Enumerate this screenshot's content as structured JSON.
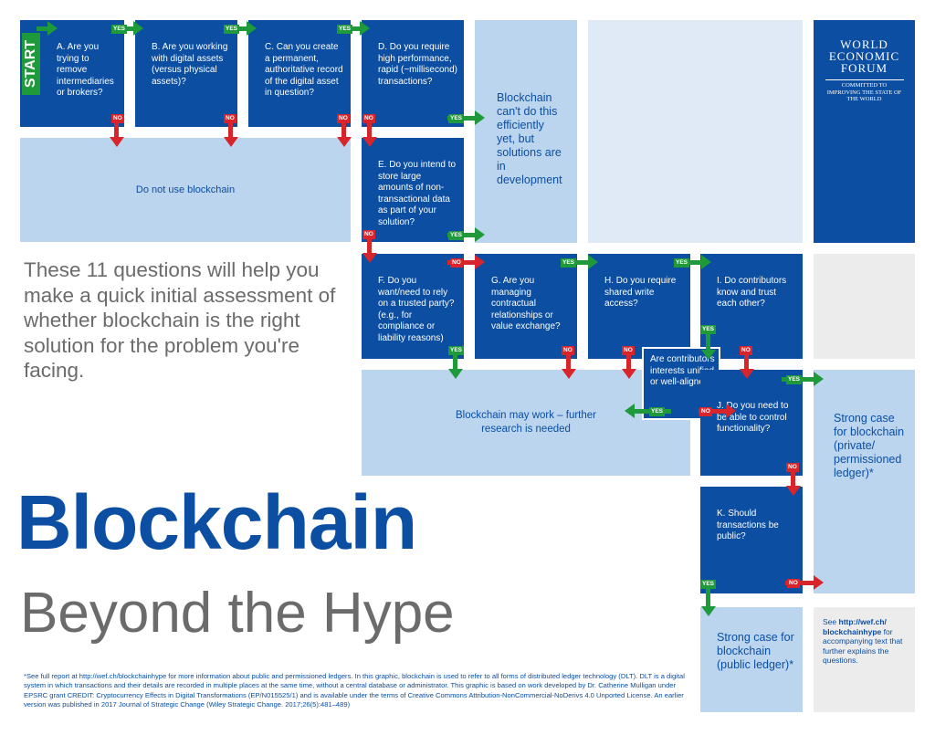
{
  "start_label": "START",
  "yes": "YES",
  "no": "NO",
  "questions": {
    "a": "A. Are you trying to remove intermediaries or brokers?",
    "b": "B. Are you working with digital assets (versus physical assets)?",
    "c": "C. Can you create a permanent, authoritative record of the digital asset in question?",
    "d": "D. Do you require high performance, rapid (~millisecond) transactions?",
    "e": "E. Do you intend to store large amounts of non-transactional data as part of your solution?",
    "f": "F. Do you want/need to rely on a trusted party? (e.g., for compliance or liability reasons)",
    "g": "G. Are you managing contractual relationships or value exchange?",
    "h": "H. Do you require shared write access?",
    "i": "I. Do contributors know and trust each other?",
    "aligned": "Are contributors interests unified or well-aligned?",
    "j": "J. Do you need to be able to control functionality?",
    "k": "K. Should transactions be public?"
  },
  "outcomes": {
    "do_not_use": "Do not use blockchain",
    "cant_do": "Blockchain can't do this efficiently yet, but solutions are in development",
    "may_work": "Blockchain may work – further research is needed",
    "private": "Strong case for blockchain (private/ permissioned ledger)*",
    "public": "Strong case for blockchain (public ledger)*"
  },
  "wef": {
    "name_line1": "WORLD",
    "name_line2": "ECONOMIC",
    "name_line3": "FORUM",
    "tagline": "COMMITTED TO IMPROVING THE STATE OF THE WORLD"
  },
  "intro": "These 11 questions will help you make a quick initial assessment of whether blockchain is the right solution for the problem you're facing.",
  "title_main": "Blockchain",
  "title_sub": "Beyond the Hype",
  "see_note": {
    "prefix": "See ",
    "link": "http://wef.ch/ blockchainhype",
    "suffix": " for accompanying text that further explains the questions."
  },
  "footnote": "*See full report at http://wef.ch/blockchainhype for more information about public and permissioned ledgers. In this graphic, blockchain is used to refer to all forms of distributed ledger technology (DLT). DLT is a digital system in which transactions and their details are recorded in multiple places at the same time, without a central database or administrator. This graphic is based on work developed by Dr. Catherine Mulligan under EPSRC grant CREDIT: Cryptocurrency Effects in Digital Transformations (EP/N015525/1) and is available under the terms of Creative Commons Attribution-NonCommercial-NoDerivs 4.0 Unported License. An earlier version was published in 2017 Journal of Strategic Change (Wiley Strategic Change. 2017;26(5):481–489)",
  "colors": {
    "dark_blue": "#0b4ea2",
    "light_blue": "#bcd5ef",
    "pale_blue": "#dfeaf6",
    "grey": "#ececec",
    "yes_green": "#1e9a3b",
    "no_red": "#d7252b",
    "title_grey": "#6b6b6b"
  }
}
